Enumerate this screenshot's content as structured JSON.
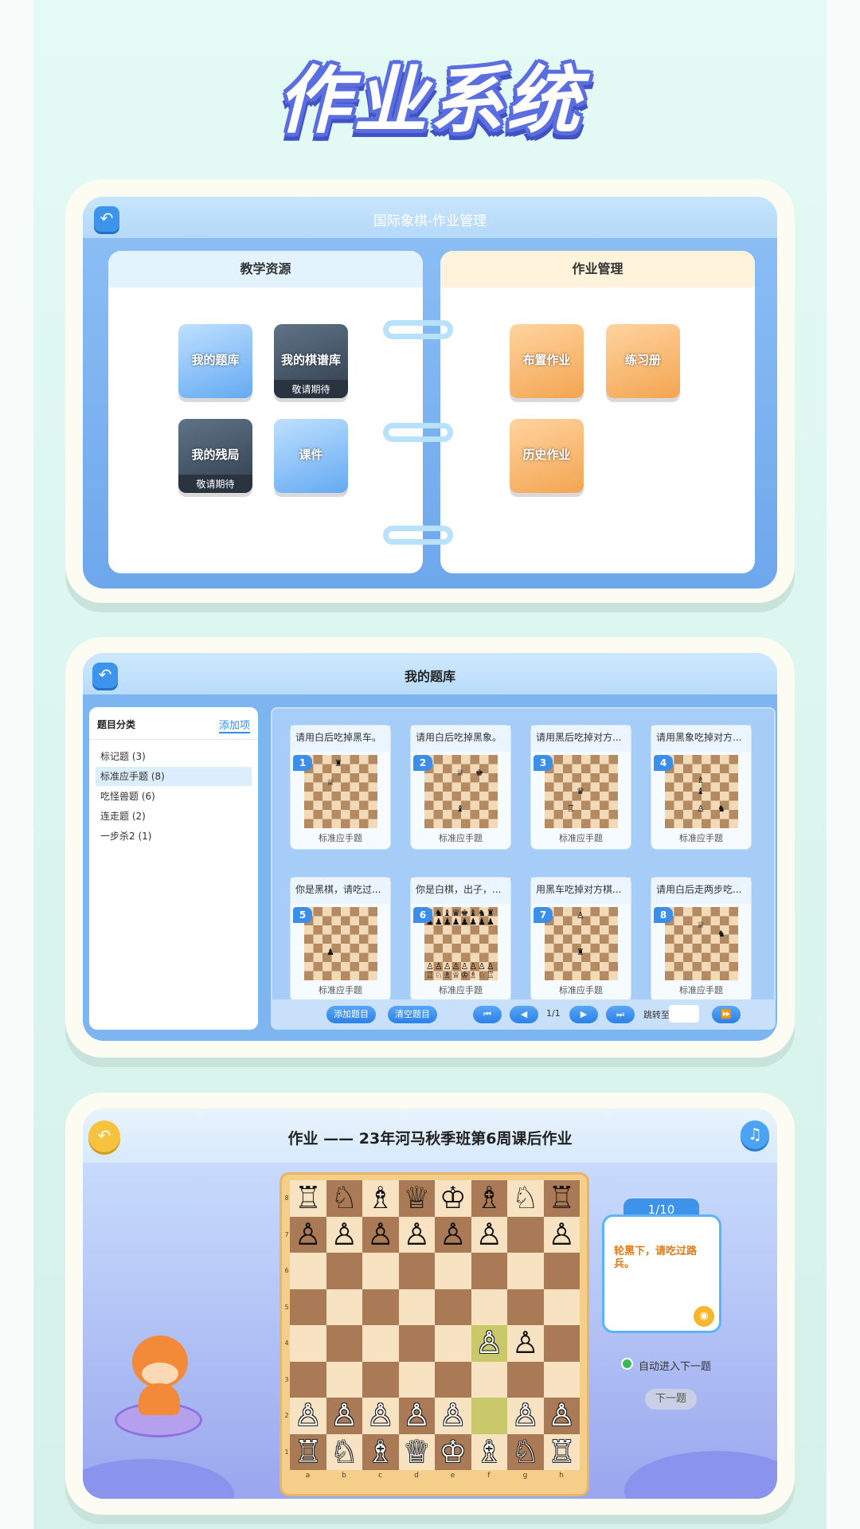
{
  "title": "作业系统",
  "card1": {
    "header": "国际象棋-作业管理",
    "left_page": {
      "title": "教学资源",
      "tiles": [
        {
          "label": "我的题库",
          "sub": ""
        },
        {
          "label": "我的棋谱库",
          "sub": "敬请期待"
        },
        {
          "label": "我的残局",
          "sub": "敬请期待"
        },
        {
          "label": "课件",
          "sub": ""
        }
      ]
    },
    "right_page": {
      "title": "作业管理",
      "tiles": [
        {
          "label": "布置作业"
        },
        {
          "label": "练习册"
        },
        {
          "label": "历史作业"
        }
      ]
    }
  },
  "card2": {
    "header": "我的题库",
    "category": {
      "title": "题目分类",
      "add": "添加项",
      "items": [
        "标记题 (3)",
        "标准应手题 (8)",
        "吃怪兽题 (6)",
        "连走题 (2)",
        "一步杀2 (1)"
      ],
      "selected": 1
    },
    "questions": [
      {
        "num": "1",
        "title": "请用白后吃掉黑车。",
        "type": "标准应手题"
      },
      {
        "num": "2",
        "title": "请用白后吃掉黑象。",
        "type": "标准应手题"
      },
      {
        "num": "3",
        "title": "请用黑后吃掉对方...",
        "type": "标准应手题"
      },
      {
        "num": "4",
        "title": "请用黑象吃掉对方...",
        "type": "标准应手题"
      },
      {
        "num": "5",
        "title": "你是黑棋，请吃过...",
        "type": "标准应手题"
      },
      {
        "num": "6",
        "title": "你是白棋，出子，...",
        "type": "标准应手题"
      },
      {
        "num": "7",
        "title": "用黑车吃掉对方棋...",
        "type": "标准应手题"
      },
      {
        "num": "8",
        "title": "请用白后走两步吃...",
        "type": "标准应手题"
      }
    ],
    "pager": {
      "add": "添加题目",
      "clear": "清空题目",
      "page": "1/1",
      "jump": "跳转至"
    }
  },
  "card3": {
    "header": "作业 —— 23年河马秋季班第6周课后作业",
    "task": {
      "progress": "1/10",
      "text": "轮黑下，请吃过路兵。",
      "auto": "自动进入下一题",
      "next": "下一题"
    },
    "ranks": [
      "8",
      "7",
      "6",
      "5",
      "4",
      "3",
      "2",
      "1"
    ],
    "files": [
      "a",
      "b",
      "c",
      "d",
      "e",
      "f",
      "g",
      "h"
    ],
    "board": [
      [
        "r",
        "n",
        "b",
        "q",
        "k",
        "b",
        "n",
        "r"
      ],
      [
        "p",
        "p",
        "p",
        "p",
        "p",
        "p",
        "",
        "p"
      ],
      [
        "",
        "",
        "",
        "",
        "",
        "",
        "",
        ""
      ],
      [
        "",
        "",
        "",
        "",
        "",
        "",
        "",
        ""
      ],
      [
        "",
        "",
        "",
        "",
        "",
        "P",
        "p",
        ""
      ],
      [
        "",
        "",
        "",
        "",
        "",
        "",
        "",
        ""
      ],
      [
        "P",
        "P",
        "P",
        "P",
        "P",
        "",
        "P",
        "P"
      ],
      [
        "R",
        "N",
        "B",
        "Q",
        "K",
        "B",
        "N",
        "R"
      ]
    ],
    "highlight": [
      "f2",
      "f4"
    ]
  },
  "colors": {
    "accent": "#3c94ec",
    "orange": "#f3a551",
    "board_dark": "#a97a55",
    "board_light": "#f7e2c1"
  }
}
